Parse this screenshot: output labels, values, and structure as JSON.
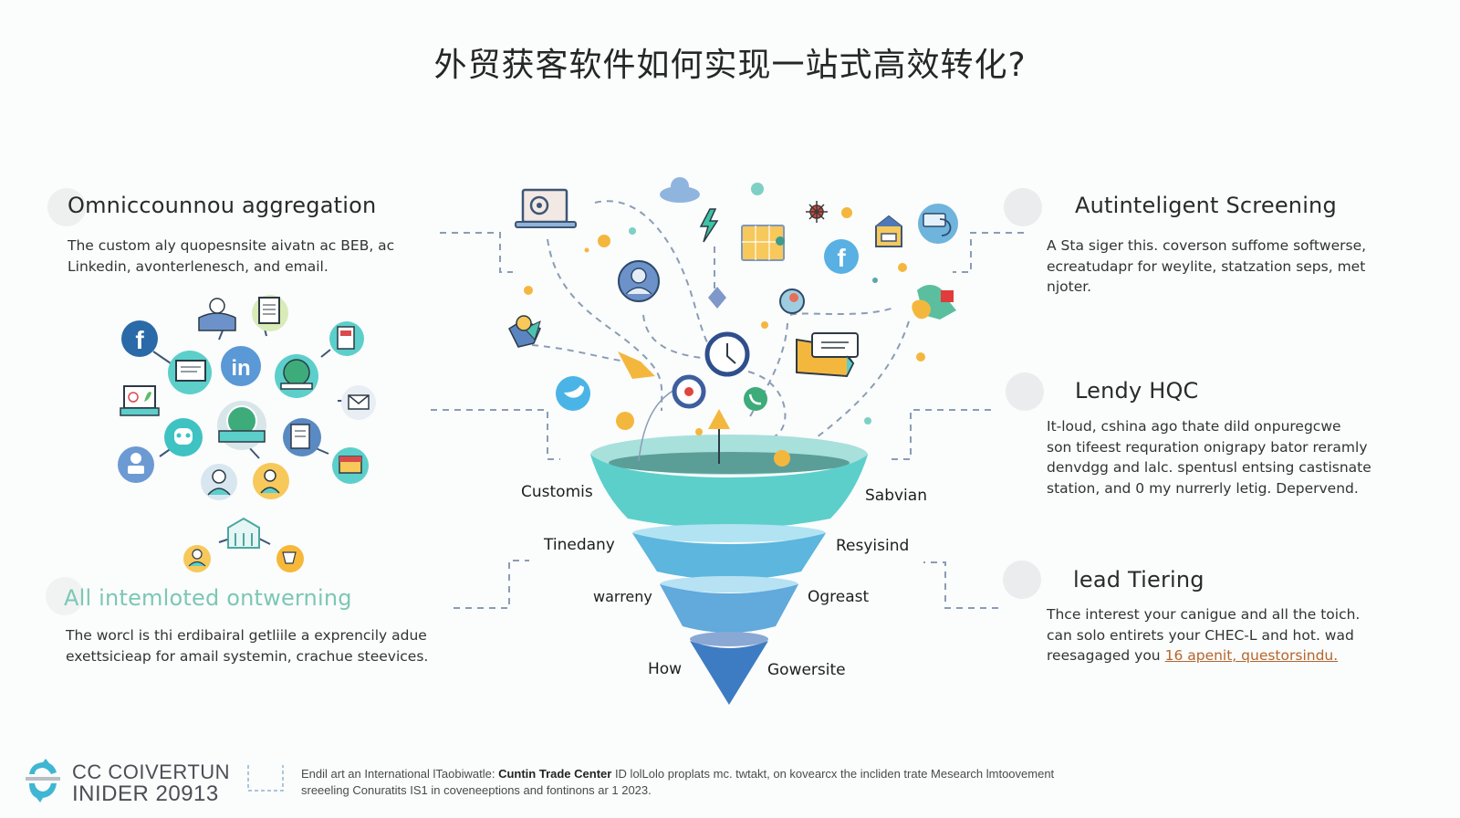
{
  "title": "外贸获客软件如何实现一站式高效转化?",
  "left_sections": [
    {
      "title": "Omniccounnou aggregation",
      "body_lines": [
        "The custom aly quopesnsite aivatn ac BEB, ac",
        "Linkedin, avonterlenesch, and email."
      ]
    },
    {
      "title": "All intemloted ontwerning",
      "body_lines": [
        "The worcl is thi erdibairal getliile a exprencily adue",
        "exettsicieap for amail systemin, crachue steevices."
      ]
    }
  ],
  "right_sections": [
    {
      "title": "Autinteligent Screening",
      "body_lines": [
        "A Sta siger this. coverson suffome softwerse,",
        "ecreatudapr for weylite, statzation seps, met",
        "njoter."
      ]
    },
    {
      "title": "Lendy HQC",
      "body_lines": [
        "It-loud, cshina ago thate dild onpuregcwe",
        "son tifeest requration onigrapy bator reramly",
        "denvdgg and lalc. spentusl entsing castisnate",
        "station, and 0 my nurrerly letig. Depervend."
      ]
    },
    {
      "title": "lead Tiering",
      "body_lines": [
        "Thce interest your canigue and all the toich.",
        "can solo entirets your CHEC-L and hot. wad"
      ],
      "body_last_prefix": "reesagaged you ",
      "body_last_link": "16 apenit, questorsindu."
    }
  ],
  "funnel": {
    "stages": [
      {
        "left_label": "Customis",
        "right_label": "Sabvian",
        "color": "#5ccfcb"
      },
      {
        "left_label": "Tinedany",
        "right_label": "Resyisind",
        "color": "#5cb6de"
      },
      {
        "left_label": "warreny",
        "right_label": "Ogreast",
        "color": "#62a9dc"
      },
      {
        "left_label": "How",
        "right_label": "Gowersite",
        "color": "#3d7cc2"
      }
    ]
  },
  "left_icon_cluster": [
    "facebook-icon",
    "businesswoman-icon",
    "document-icon",
    "article-icon",
    "laptop-chat-icon",
    "linkedin-icon",
    "whatsapp-laptop-icon",
    "laptop-chart-icon",
    "mail-icon",
    "robot-icon",
    "whatsapp-icon",
    "report-icon",
    "user-icon",
    "worker-icon",
    "profile-icon",
    "store-icon",
    "bank-icon",
    "agent-icon",
    "cup-icon"
  ],
  "scattered_icons": [
    "laptop-target-icon",
    "cloud-icon",
    "lightning-icon",
    "calendar-icon",
    "virus-icon",
    "house-icon",
    "chat-bubble-icon",
    "facebook-icon",
    "user-avatar-icon",
    "diamond-icon",
    "rocket-icon",
    "puzzle-icon",
    "clock-icon",
    "folder-message-icon",
    "leaf-icon",
    "twitter-icon",
    "target-icon",
    "phone-icon",
    "map-pin-icon",
    "tag-icon"
  ],
  "footer": {
    "logo_line1": "CC COIVERTUN",
    "logo_line2": "INIDER 20913",
    "text_prefix": "Endil art an International lTaobiwatle: ",
    "text_bold": "Cuntin Trade Center",
    "text_suffix": " ID  lolLolo proplats mc. twtakt, on kovearcx the incliden trate Mesearch lmtoovement",
    "text_line2": "sreeeling Conuratits IS1 in coveneeptions and fontinons ar 1 2023."
  },
  "colors": {
    "teal": "#5ccfcb",
    "blue": "#3d7cc2",
    "navy": "#2e4f8c",
    "orange": "#f4b73e",
    "dash": "#8a9db5",
    "teal_title": "#7cc7b5"
  }
}
